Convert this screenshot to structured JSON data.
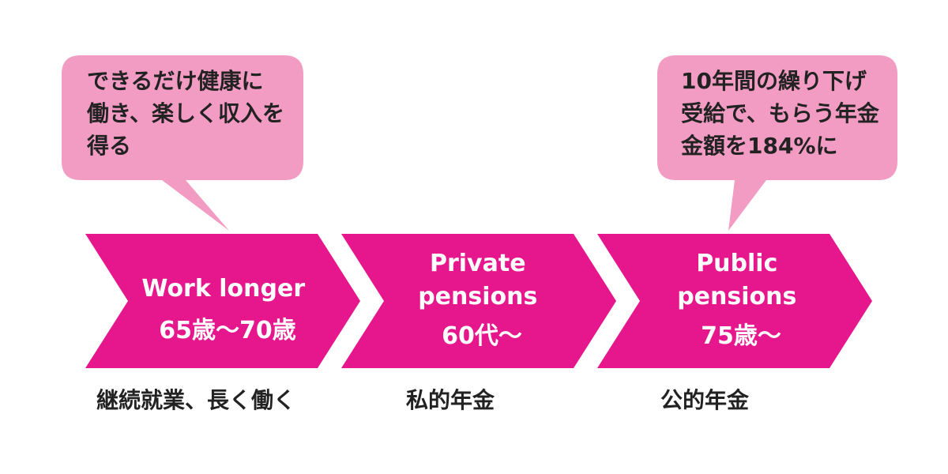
{
  "colors": {
    "chevron": "#e6168c",
    "bubble": "#f29cc4",
    "text_dark": "#222222",
    "text_light": "#ffffff"
  },
  "stages": [
    {
      "lines": [
        "Work longer",
        "65歳〜70歳"
      ],
      "caption": "継続就業、長く働く"
    },
    {
      "lines": [
        "Private",
        "pensions",
        "60代〜"
      ],
      "caption": "私的年金"
    },
    {
      "lines": [
        "Public",
        "pensions",
        "75歳〜"
      ],
      "caption": "公的年金"
    }
  ],
  "callouts": [
    {
      "lines": [
        "できるだけ健康に",
        "働き、楽しく収入を",
        "得る"
      ]
    },
    {
      "lines": [
        "10年間の繰り下げ",
        "受給で、もらう年金",
        "金額を184%に"
      ]
    }
  ]
}
